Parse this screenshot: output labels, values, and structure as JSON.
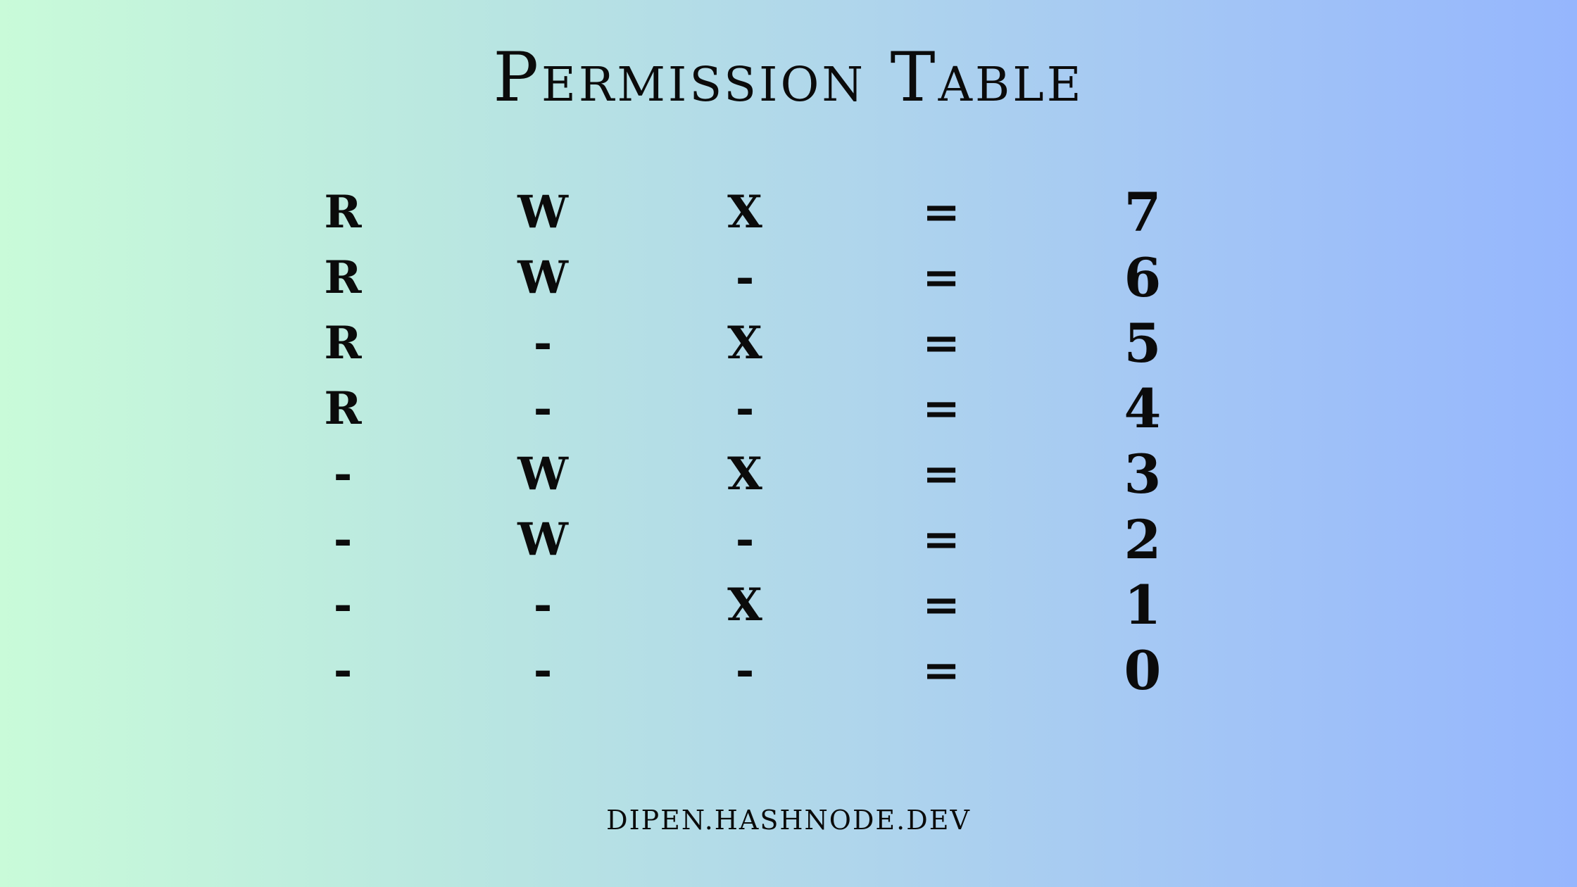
{
  "title": "Permission Table",
  "rows": [
    {
      "read": "R",
      "write": "W",
      "execute": "X",
      "equals": "=",
      "value": "7"
    },
    {
      "read": "R",
      "write": "W",
      "execute": "-",
      "equals": "=",
      "value": "6"
    },
    {
      "read": "R",
      "write": "-",
      "execute": "X",
      "equals": "=",
      "value": "5"
    },
    {
      "read": "R",
      "write": "-",
      "execute": "-",
      "equals": "=",
      "value": "4"
    },
    {
      "read": "-",
      "write": "W",
      "execute": "X",
      "equals": "=",
      "value": "3"
    },
    {
      "read": "-",
      "write": "W",
      "execute": "-",
      "equals": "=",
      "value": "2"
    },
    {
      "read": "-",
      "write": "-",
      "execute": "X",
      "equals": "=",
      "value": "1"
    },
    {
      "read": "-",
      "write": "-",
      "execute": "-",
      "equals": "=",
      "value": "0"
    }
  ],
  "footer": "DIPEN.HASHNODE.DEV",
  "colors": {
    "gradient_left": "#c9fbd9",
    "gradient_right": "#95b6fd",
    "text": "#0b0b0b"
  }
}
